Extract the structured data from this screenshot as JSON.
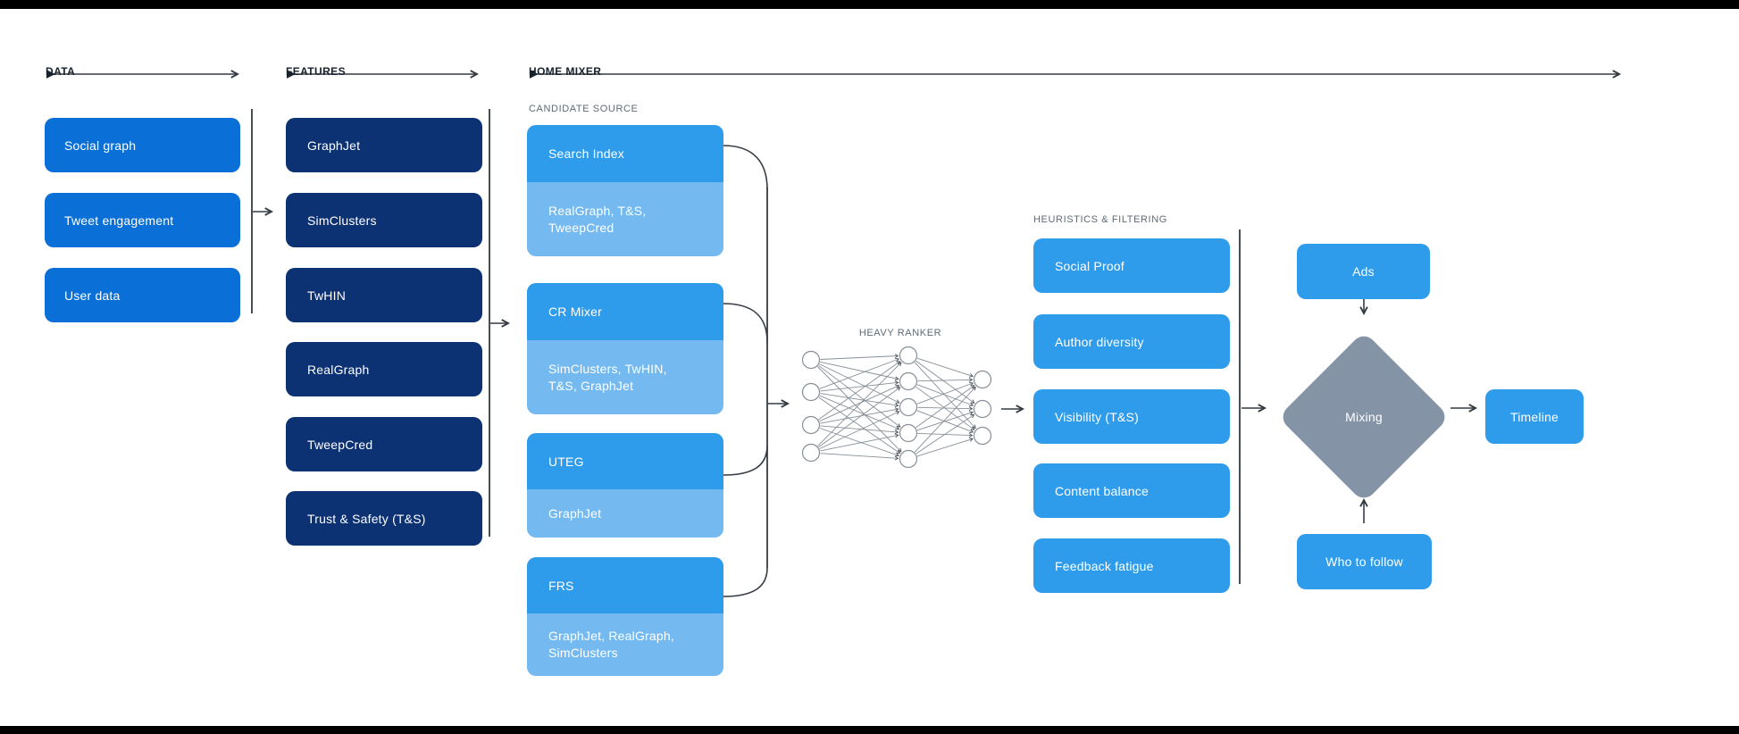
{
  "colors": {
    "data_box": "#0a6fd6",
    "feature_box": "#0d3273",
    "candidate_header": "#2e9ceb",
    "candidate_sub": "#74baf0",
    "heuristic_box": "#2e9ceb",
    "side_box": "#2e9ceb",
    "mixing_diamond": "#8593a6",
    "text_on_box": "#ffffff",
    "section_header_text": "#16222e",
    "subsection_label_text": "#5f6a75",
    "connector_line": "#343b42"
  },
  "sections": {
    "data": {
      "label": "DATA",
      "items": [
        "Social graph",
        "Tweet engagement",
        "User data"
      ]
    },
    "features": {
      "label": "FEATURES",
      "items": [
        "GraphJet",
        "SimClusters",
        "TwHIN",
        "RealGraph",
        "TweepCred",
        "Trust & Safety (T&S)"
      ]
    },
    "home_mixer": {
      "label": "HOME MIXER",
      "candidate_source": {
        "label": "CANDIDATE SOURCE",
        "items": [
          {
            "name": "Search Index",
            "features": "RealGraph, T&S, TweepCred"
          },
          {
            "name": "CR Mixer",
            "features": "SimClusters, TwHIN, T&S, GraphJet"
          },
          {
            "name": "UTEG",
            "features": "GraphJet"
          },
          {
            "name": "FRS",
            "features": "GraphJet, RealGraph, SimClusters"
          }
        ]
      },
      "heavy_ranker": {
        "label": "HEAVY RANKER",
        "network_layers": [
          4,
          5,
          3
        ]
      },
      "heuristics": {
        "label": "HEURISTICS & FILTERING",
        "items": [
          "Social Proof",
          "Author diversity",
          "Visibility (T&S)",
          "Content balance",
          "Feedback fatigue"
        ]
      },
      "mixing": {
        "label": "Mixing",
        "inputs": [
          "Ads",
          "Who to follow"
        ],
        "output": "Timeline"
      }
    }
  }
}
